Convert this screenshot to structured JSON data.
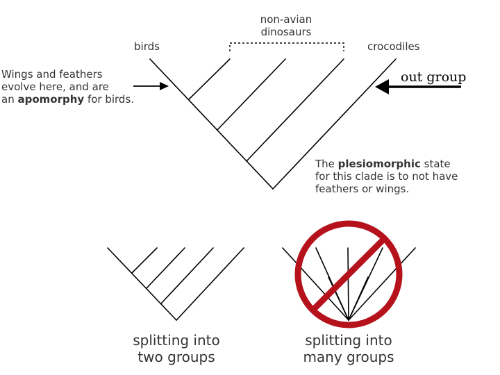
{
  "top_tree": {
    "label_birds": "birds",
    "label_dinos_line1": "non-avian",
    "label_dinos_line2": "dinosaurs",
    "label_crocs": "crocodiles",
    "label_outgroup": "out group",
    "apomorphy_line1": "Wings and feathers",
    "apomorphy_line2": "evolve here, and are",
    "apomorphy_line3_pre": "an ",
    "apomorphy_line3_bold": "apomorphy",
    "apomorphy_line3_post": " for birds.",
    "plesio_line1_pre": "The ",
    "plesio_line1_bold": "plesiomorphic",
    "plesio_line1_post": " state",
    "plesio_line2": "for this clade is to not have",
    "plesio_line3": "feathers or wings."
  },
  "bottom_left": {
    "caption_line1": "splitting into",
    "caption_line2": "two groups"
  },
  "bottom_right": {
    "caption_line1": "splitting into",
    "caption_line2": "many groups"
  },
  "colors": {
    "line": "#000000",
    "text": "#333333",
    "prohibition": "#b5121b"
  }
}
